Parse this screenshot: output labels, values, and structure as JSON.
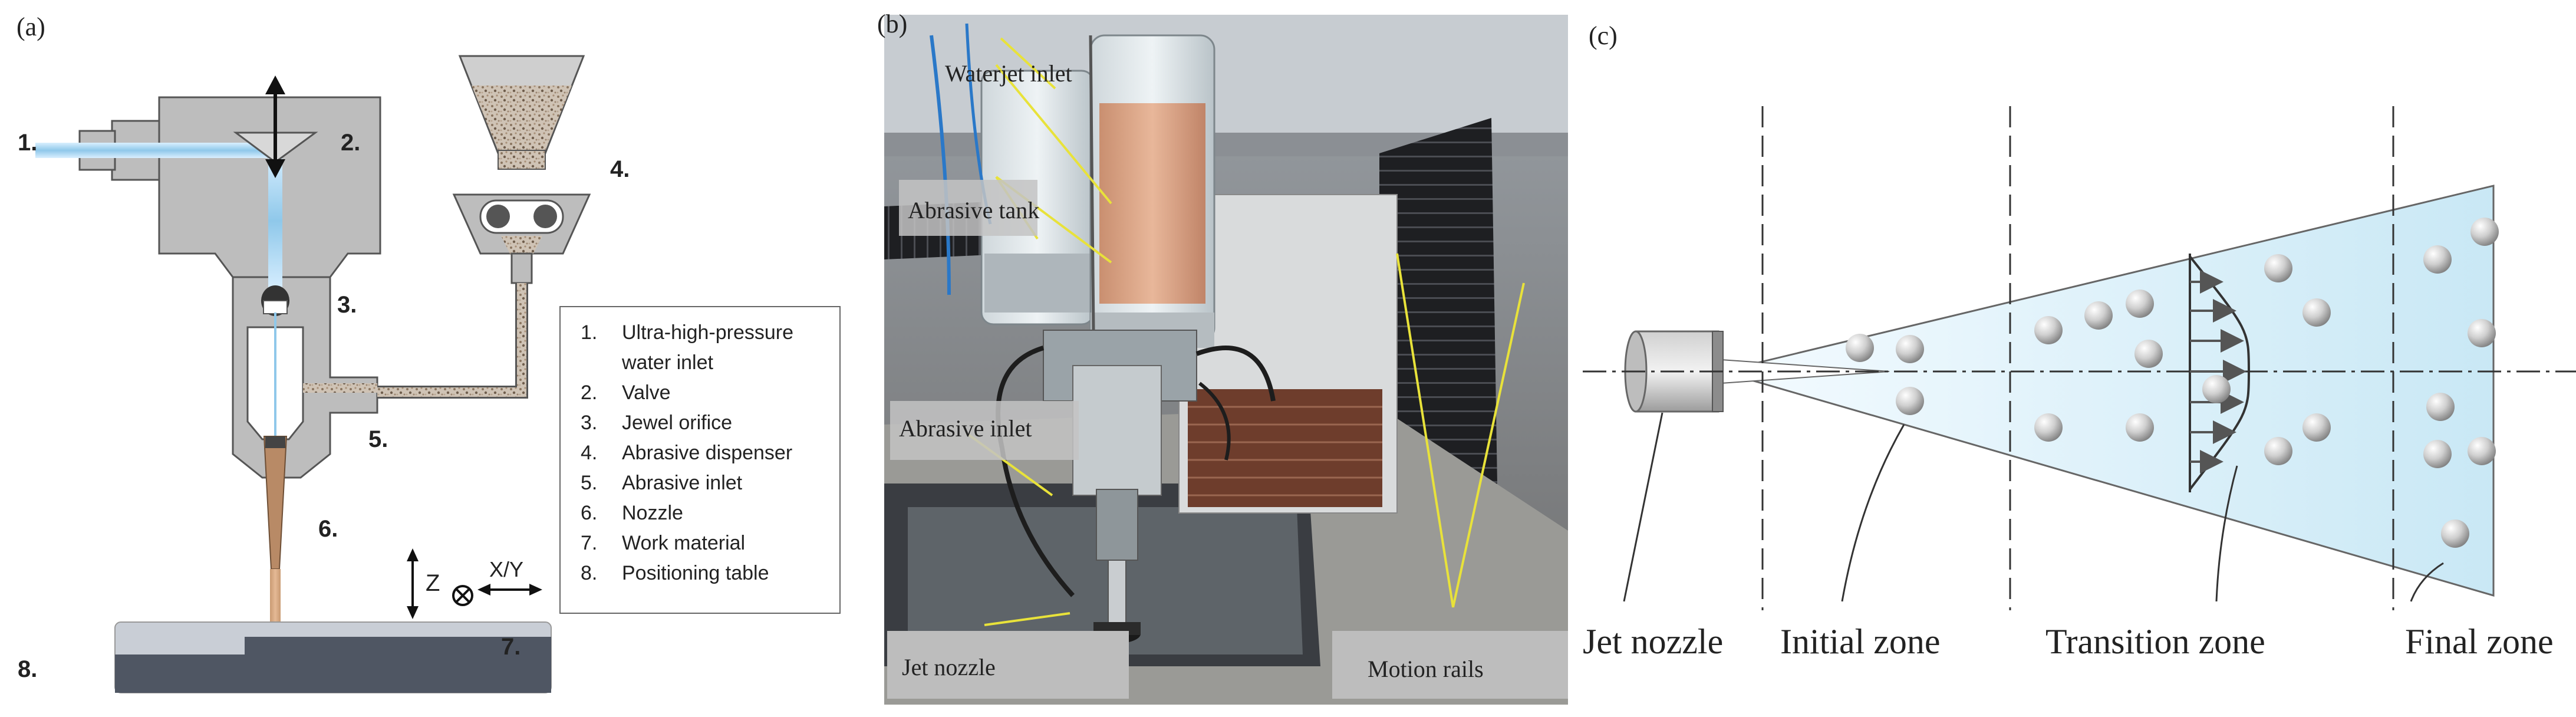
{
  "panel_a": {
    "letter": "(a)",
    "numbers": [
      "1.",
      "2.",
      "3.",
      "4.",
      "5.",
      "6.",
      "7.",
      "8."
    ],
    "axis_z": "Z",
    "axis_xy": "X/Y",
    "legend": [
      {
        "num": "1.",
        "text": "Ultra-high-pressure"
      },
      {
        "num": "",
        "text": "water inlet"
      },
      {
        "num": "2.",
        "text": "Valve"
      },
      {
        "num": "3.",
        "text": "Jewel orifice"
      },
      {
        "num": "4.",
        "text": "Abrasive dispenser"
      },
      {
        "num": "5.",
        "text": "Abrasive inlet"
      },
      {
        "num": "6.",
        "text": "Nozzle"
      },
      {
        "num": "7.",
        "text": "Work material"
      },
      {
        "num": "8.",
        "text": "Positioning table"
      }
    ]
  },
  "panel_b": {
    "letter": "(b)",
    "labels": {
      "waterjet_inlet": "Waterjet inlet",
      "abrasive_tank": "Abrasive tank",
      "abrasive_inlet": "Abrasive inlet",
      "jet_nozzle": "Jet nozzle",
      "motion_rails": "Motion rails"
    }
  },
  "panel_c": {
    "letter": "(c)",
    "zones": {
      "jet_nozzle": "Jet nozzle",
      "initial": "Initial zone",
      "transition": "Transition zone",
      "final": "Final zone"
    }
  },
  "colors": {
    "water_blue": "#9ed0ee",
    "body_gray": "#b9b9b9",
    "outline": "#555555",
    "abrasive_brown": "#b88a66",
    "jet_fill": "#d6ecf7",
    "particle": "#c8c8c8",
    "annotation_yellow": "#e8e23a",
    "photo_label_bg": "#bdbdbd"
  }
}
